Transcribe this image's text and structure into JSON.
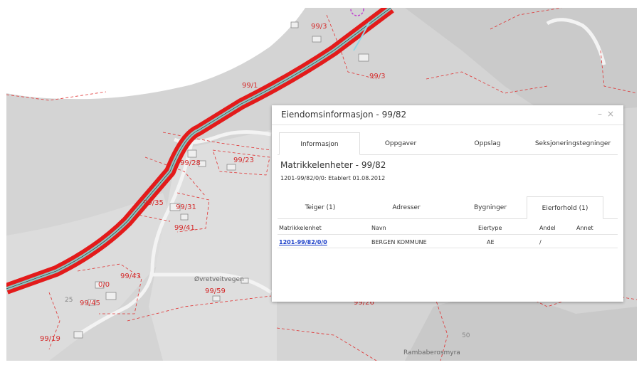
{
  "map": {
    "parcel_labels": [
      {
        "id": "p99-3a",
        "text": "99/3"
      },
      {
        "id": "p99-3b",
        "text": "99/3"
      },
      {
        "id": "p99-1",
        "text": "99/1"
      },
      {
        "id": "p99-28",
        "text": "99/28"
      },
      {
        "id": "p99-23",
        "text": "99/23"
      },
      {
        "id": "p99-35",
        "text": "99/35"
      },
      {
        "id": "p99-31",
        "text": "99/31"
      },
      {
        "id": "p99-41",
        "text": "99/41"
      },
      {
        "id": "p99-43",
        "text": "99/43"
      },
      {
        "id": "p0-0",
        "text": "0/0"
      },
      {
        "id": "p99-45",
        "text": "99/45"
      },
      {
        "id": "p99-59",
        "text": "99/59"
      },
      {
        "id": "p99-26",
        "text": "99/26"
      },
      {
        "id": "p99-19",
        "text": "99/19"
      }
    ],
    "place_labels": {
      "road": "Øvretveitvegen",
      "area": "Rambaberosmyra",
      "contour_50": "50",
      "contour_25": "25"
    }
  },
  "dialog": {
    "title": "Eiendomsinformasjon - 99/82",
    "minimize": "–",
    "close": "×",
    "tabs": [
      "Informasjon",
      "Oppgaver",
      "Oppslag",
      "Seksjoneringstegninger"
    ],
    "active_tab": "Informasjon",
    "section_title": "Matrikkelenheter - 99/82",
    "registration": "1201-99/82/0/0: Etablert 01.08.2012",
    "subtabs": [
      "Teiger (1)",
      "Adresser",
      "Bygninger",
      "Eierforhold (1)"
    ],
    "active_subtab": "Eierforhold (1)",
    "table": {
      "headers": [
        "Matrikkelenhet",
        "Navn",
        "Eiertype",
        "Andel",
        "Annet"
      ],
      "rows": [
        {
          "matrikkelenhet": "1201-99/82/0/0",
          "navn": "BERGEN KOMMUNE",
          "eiertype": "AE",
          "andel": "/",
          "annet": ""
        }
      ]
    }
  },
  "colors": {
    "map_bg": "#d4d4d4",
    "water": "#ffffff",
    "road_casing": "#e31b1b",
    "road_fill": "#8fc3c0",
    "parcel_border": "#e03030",
    "link": "#1a3ec8"
  }
}
